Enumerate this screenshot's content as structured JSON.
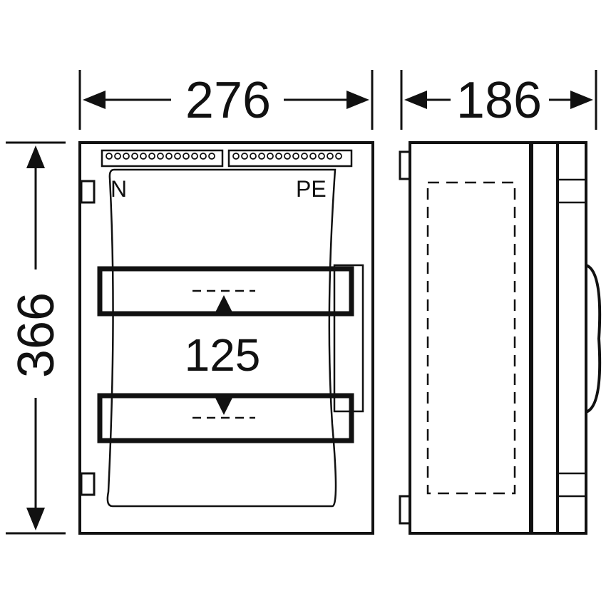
{
  "dimensions": {
    "width": "276",
    "depth": "186",
    "height": "366",
    "rail_spacing": "125"
  },
  "terminal_labels": {
    "neutral": "N",
    "protective_earth": "PE"
  },
  "colors": {
    "line": "#111111",
    "background": "#ffffff"
  }
}
